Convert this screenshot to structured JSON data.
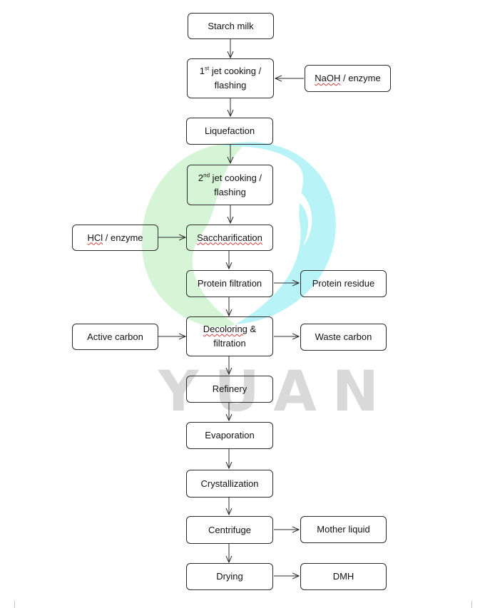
{
  "watermark": {
    "text": "YUAN"
  },
  "nodes": {
    "starch_milk": "Starch milk",
    "jet1_sup": "st",
    "jet1_a": "1",
    "jet1_b": " jet cooking /",
    "jet1_c": "flashing",
    "naoh_a": "NaOH",
    "naoh_b": " / enzyme",
    "liquefaction": "Liquefaction",
    "jet2_a": "2",
    "jet2_sup": "nd",
    "jet2_b": " jet cooking /",
    "jet2_c": "flashing",
    "hcl_a": "HCl",
    "hcl_b": " / enzyme",
    "saccharification": "Saccharification",
    "protein_filtration": "Protein filtration",
    "protein_residue": "Protein residue",
    "active_carbon": "Active carbon",
    "decoloring_a": "Decoloring",
    "decoloring_b": " &",
    "decoloring_c": "filtration",
    "waste_carbon": "Waste carbon",
    "refinery": "Refinery",
    "evaporation": "Evaporation",
    "crystallization": "Crystallization",
    "centrifuge": "Centrifuge",
    "mother_liquid": "Mother liquid",
    "drying": "Drying",
    "dmh": "DMH"
  },
  "colors": {
    "logo_green": "#d6f5d6",
    "logo_cyan": "#b8f4f7",
    "watermark_gray": "#d9d9d9",
    "stroke": "#2b2b2b"
  }
}
